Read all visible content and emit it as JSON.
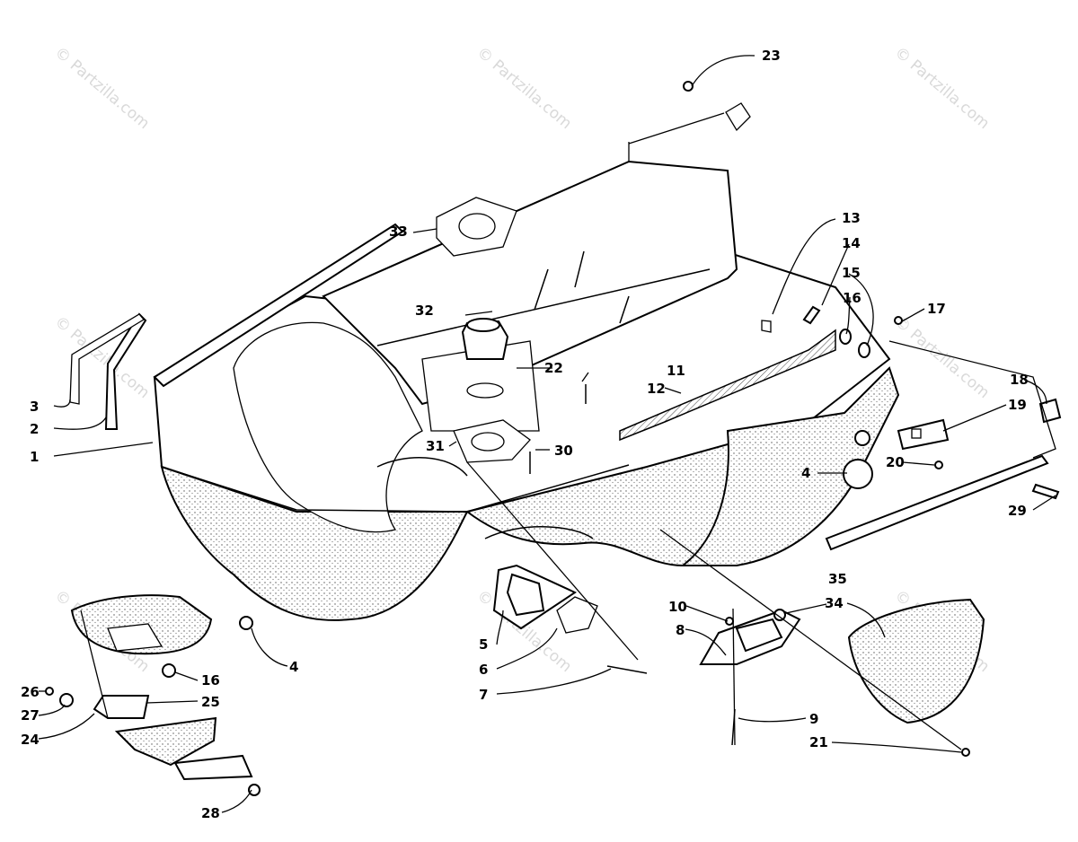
{
  "watermark": "© Partzilla.com",
  "callouts": {
    "c1": "1",
    "c2": "2",
    "c3": "3",
    "c4a": "4",
    "c4b": "4",
    "c5": "5",
    "c6": "6",
    "c7": "7",
    "c8": "8",
    "c9": "9",
    "c10": "10",
    "c11": "11",
    "c12": "12",
    "c13": "13",
    "c14": "14",
    "c15": "15",
    "c16a": "16",
    "c16b": "16",
    "c17": "17",
    "c18": "18",
    "c19": "19",
    "c20": "20",
    "c21": "21",
    "c22": "22",
    "c23": "23",
    "c24": "24",
    "c25": "25",
    "c26": "26",
    "c27": "27",
    "c28": "28",
    "c29": "29",
    "c30": "30",
    "c31": "31",
    "c32": "32",
    "c33": "33",
    "c34": "34",
    "c35": "35"
  }
}
